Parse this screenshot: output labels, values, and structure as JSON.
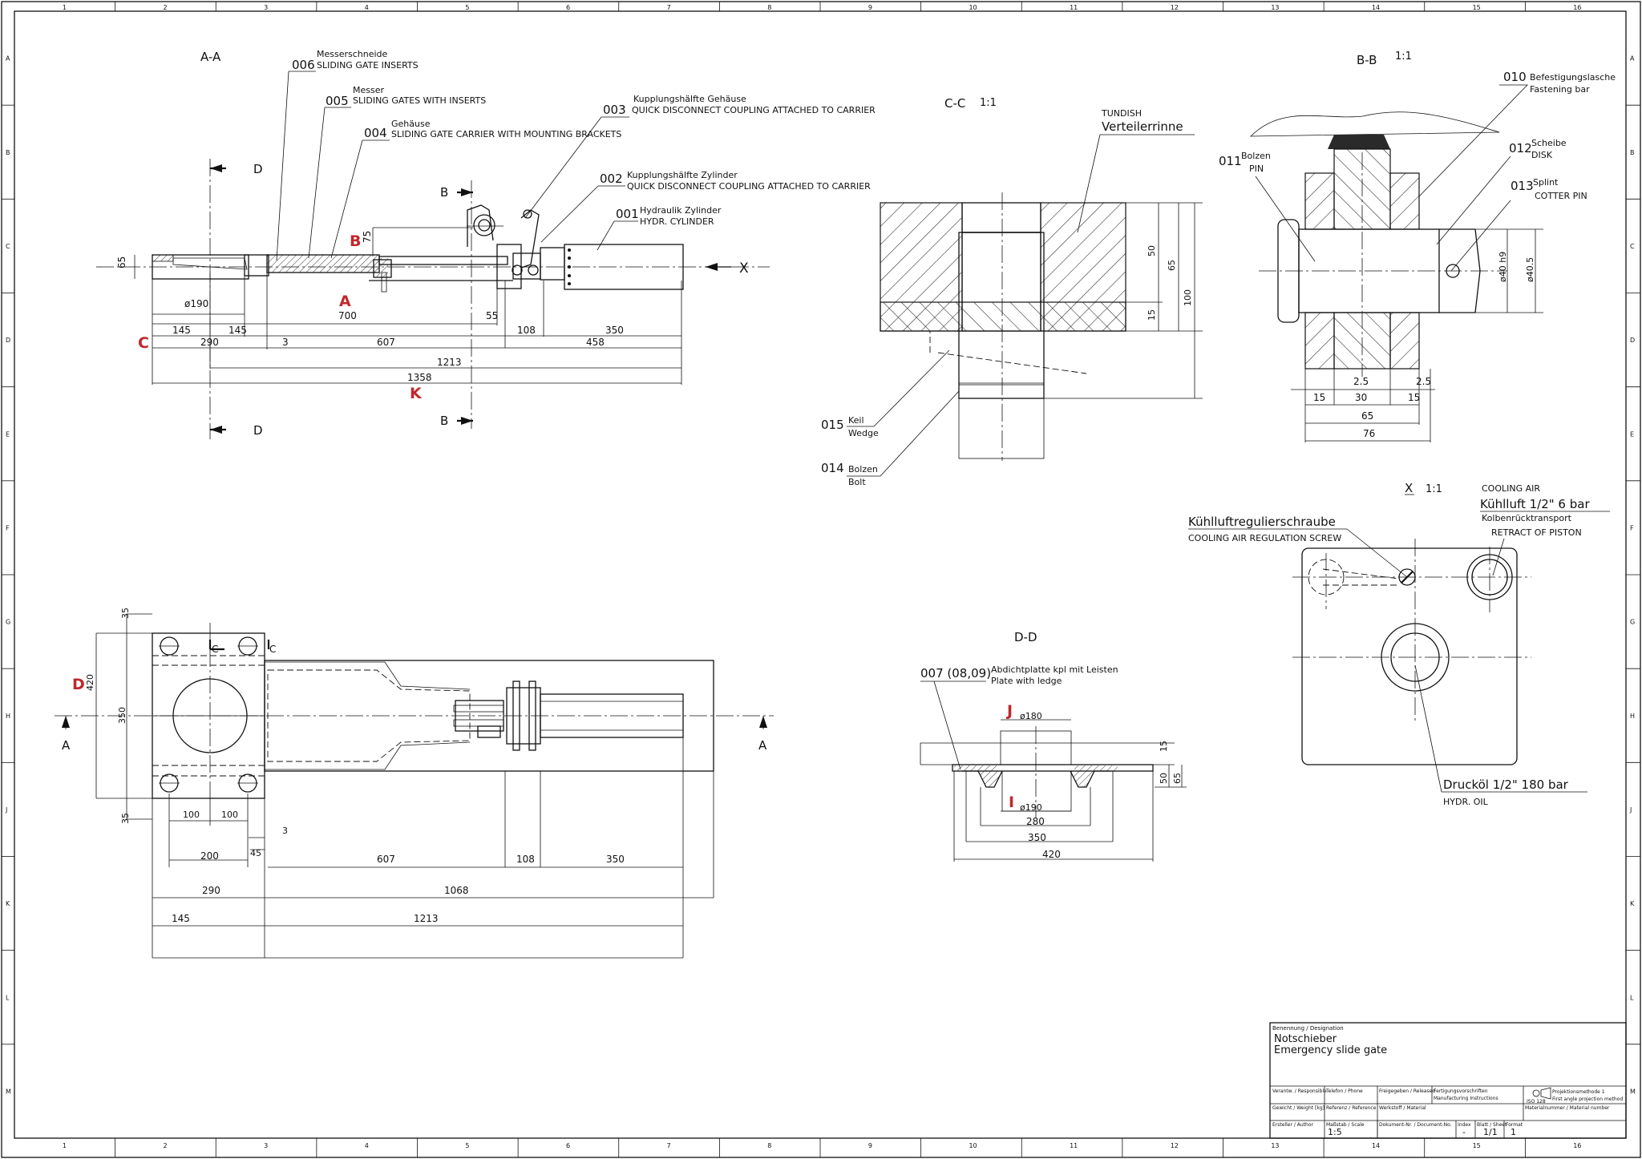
{
  "grid": {
    "columns": [
      "1",
      "2",
      "3",
      "4",
      "5",
      "6",
      "7",
      "8",
      "9",
      "10",
      "11",
      "12",
      "13",
      "14",
      "15",
      "16"
    ],
    "rows": [
      "A",
      "B",
      "C",
      "D",
      "E",
      "F",
      "G",
      "H",
      "J",
      "K",
      "L",
      "M"
    ]
  },
  "view_aa": {
    "title": "A-A",
    "parts": [
      {
        "no": "006",
        "de": "Messerschneide",
        "en": "SLIDING GATE INSERTS"
      },
      {
        "no": "005",
        "de": "Messer",
        "en": "SLIDING GATES WITH INSERTS"
      },
      {
        "no": "004",
        "de": "Gehäuse",
        "en": "SLIDING GATE CARRIER WITH MOUNTING BRACKETS"
      },
      {
        "no": "003",
        "de": "Kupplungshälfte Gehäuse",
        "en": "QUICK DISCONNECT COUPLING ATTACHED TO CARRIER"
      },
      {
        "no": "002",
        "de": "Kupplungshälfte Zylinder",
        "en": "QUICK DISCONNECT COUPLING ATTACHED TO CARRIER"
      },
      {
        "no": "001",
        "de": "Hydraulik Zylinder",
        "en": "HYDR. CYLINDER"
      }
    ],
    "section_marks": {
      "d": "D",
      "b": "B",
      "x": "X"
    },
    "dims": {
      "d65": "65",
      "d75": "75",
      "d190": "ø190",
      "d145a": "145",
      "d145b": "145",
      "d700": "700",
      "d55": "55",
      "d108": "108",
      "d350": "350",
      "d290": "290",
      "d3": "3",
      "d607": "607",
      "d458": "458",
      "d1213": "1213",
      "d1358": "1358"
    },
    "markers": {
      "a": "A",
      "b": "B",
      "c": "C",
      "k": "K"
    }
  },
  "view_cc": {
    "title": "C-C",
    "scale": "1:1",
    "tundish_en": "TUNDISH",
    "tundish_de": "Verteilerrinne",
    "parts": [
      {
        "no": "015",
        "de": "Keil",
        "en": "Wedge"
      },
      {
        "no": "014",
        "de": "Bolzen",
        "en": "Bolt"
      }
    ],
    "dims": {
      "d50": "50",
      "d65": "65",
      "d100": "100",
      "d15": "15"
    }
  },
  "view_bb": {
    "title": "B-B",
    "scale": "1:1",
    "parts": [
      {
        "no": "010",
        "de": "Befestigungslasche",
        "en": "Fastening bar"
      },
      {
        "no": "011",
        "de": "Bolzen",
        "en": "PIN"
      },
      {
        "no": "012",
        "de": "Scheibe",
        "en": "DISK"
      },
      {
        "no": "013",
        "de": "Splint",
        "en": "COTTER PIN"
      }
    ],
    "dims": {
      "d40h9": "ø40 h9",
      "d405": "ø40.5",
      "d25a": "2.5",
      "d25b": "2.5",
      "d15a": "15",
      "d30": "30",
      "d15b": "15",
      "d65": "65",
      "d76": "76"
    }
  },
  "view_x": {
    "title": "X",
    "scale": "1:1",
    "cooling_en": "COOLING AIR",
    "cooling_de": "Kühlluft 1/2\" 6 bar",
    "retract_de": "Kolbenrücktransport",
    "retract_en": "RETRACT OF PISTON",
    "screw_de": "Kühlluftregulierschraube",
    "screw_en": "COOLING AIR REGULATION SCREW",
    "oil_de": "Drucköl 1/2\" 180 bar",
    "oil_en": "HYDR. OIL"
  },
  "view_dd": {
    "title": "D-D",
    "part_no": "007 (08,09)",
    "part_de": "Abdichtplatte kpl mit Leisten",
    "part_en": "Plate with ledge",
    "dims": {
      "d180": "ø180",
      "d15": "15",
      "d50": "50",
      "d65": "65",
      "d190": "ø190",
      "d280": "280",
      "d350": "350",
      "d420": "420"
    },
    "markers": {
      "j": "J",
      "i": "I"
    }
  },
  "view_plan": {
    "section_marks": {
      "a": "A",
      "c": "C"
    },
    "dims": {
      "d35a": "35",
      "d420": "420",
      "d350": "350",
      "d35b": "35",
      "d100a": "100",
      "d100b": "100",
      "d3": "3",
      "d200": "200",
      "d45": "45",
      "d607": "607",
      "d108": "108",
      "d350h": "350",
      "d290": "290",
      "d1068": "1068",
      "d145": "145",
      "d1213": "1213"
    },
    "markers": {
      "d": "D"
    }
  },
  "title_block": {
    "designation_label": "Benennung / Designation",
    "title_de": "Notschieber",
    "title_en": "Emergency slide gate",
    "responsible": "Verantw. / Responsible",
    "phone": "Telefon / Phone",
    "released": "Freigegeben / Released",
    "mfg_de": "Fertigungsvorschriften",
    "mfg_en": "Manufacturing Instructions",
    "proj_de": "Projektionsmethode 1",
    "proj_en": "First angle projection method",
    "iso": "ISO 128",
    "weight": "Gewicht / Weight [kg]",
    "reference": "Referenz / Reference",
    "material": "Werkstoff / Material",
    "matnr": "Materialnummer / Material number",
    "author": "Ersteller / Author",
    "scale_label": "Maßstab / Scale",
    "scale": "1:5",
    "docno": "Dokument-Nr. / Document-No.",
    "index_label": "Index",
    "index": "-",
    "sheet_label": "Blatt / Sheet",
    "sheet": "1/1",
    "format_label": "Format",
    "format": "1"
  }
}
